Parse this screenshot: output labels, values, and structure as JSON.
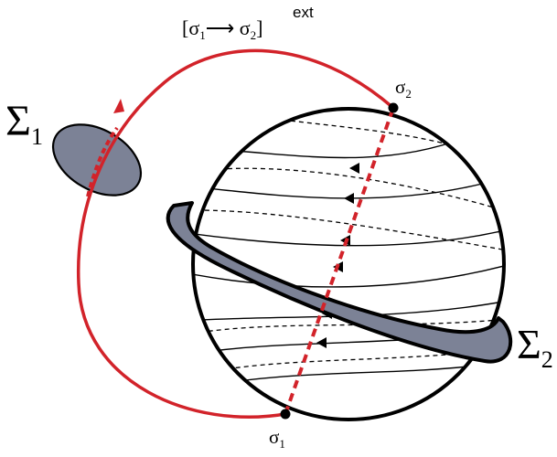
{
  "labels": {
    "sigma_1": "σ",
    "sigma_1_sub": "1",
    "sigma_2": "σ",
    "sigma_2_sub": "2",
    "big_sigma_1": "Σ",
    "big_sigma_1_sub": "1",
    "big_sigma_2": "Σ",
    "big_sigma_2_sub": "2",
    "ext_bracket_open": "[σ",
    "ext_sub1": "1",
    "ext_arrow": "⟶",
    "ext_sigma2": " σ",
    "ext_sub2": "2",
    "ext_bracket_close": "]",
    "ext_superscript": "ext"
  },
  "colors": {
    "path_red": "#d2232a",
    "surface_gray": "#7c8296",
    "stroke_black": "#000000"
  }
}
